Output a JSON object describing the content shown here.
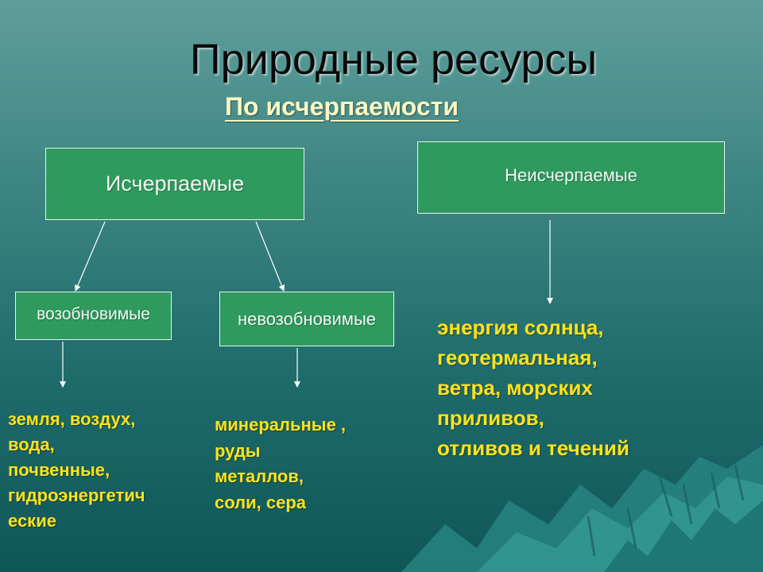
{
  "title": "Природные ресурсы",
  "subtitle": "По исчерпаемости",
  "nodes": {
    "exhaustible": "Исчерпаемые",
    "inexhaustible": "Неисчерпаемые",
    "renewable": "возобновимые",
    "nonrenewable": "невозобновимые"
  },
  "examples": {
    "renewable": [
      "земля, воздух,",
      "вода,",
      "почвенные,",
      "гидроэнергетич",
      "еские"
    ],
    "nonrenewable": [
      "минеральные ,",
      "руды",
      "металлов,",
      "соли, сера"
    ],
    "inexhaustible": [
      "энергия солнца,",
      "геотермальная,",
      "ветра, морских",
      "приливов,",
      "отливов и течений"
    ]
  },
  "colors": {
    "box_fill": "#2f9a5e",
    "example_text": "#ffe21a",
    "subtitle_text": "#fdf7c3"
  }
}
